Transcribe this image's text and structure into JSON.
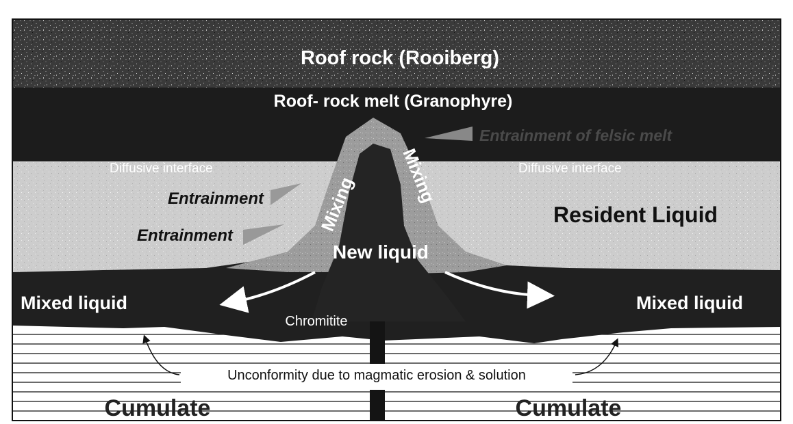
{
  "labels": {
    "roof_rock": "Roof rock (Rooiberg)",
    "roof_rock_melt": "Roof- rock melt (Granophyre)",
    "entrainment_felsic": "Entrainment of felsic melt",
    "diffusive_interface_left": "Diffusive interface",
    "diffusive_interface_right": "Diffusive interface",
    "entrainment_1": "Entrainment",
    "entrainment_2": "Entrainment",
    "mixing_left": "Mixing",
    "mixing_right": "Mixing",
    "resident_liquid": "Resident Liquid",
    "new_liquid": "New liquid",
    "mixed_liquid_left": "Mixed liquid",
    "mixed_liquid_right": "Mixed liquid",
    "chromitite": "Chromitite",
    "unconformity": "Unconformity due to magmatic erosion & solution",
    "cumulate_left": "Cumulate",
    "cumulate_right": "Cumulate"
  },
  "colors": {
    "roof_rock": "#3a3a3a",
    "roof_melt": "#1c1c1c",
    "resident_liquid": "#cfcfcf",
    "mixing_zone": "#9a9a9a",
    "new_liquid": "#242424",
    "mixed_liquid": "#202020",
    "cumulate_bg": "#ffffff",
    "cumulate_lines": "#111111"
  }
}
